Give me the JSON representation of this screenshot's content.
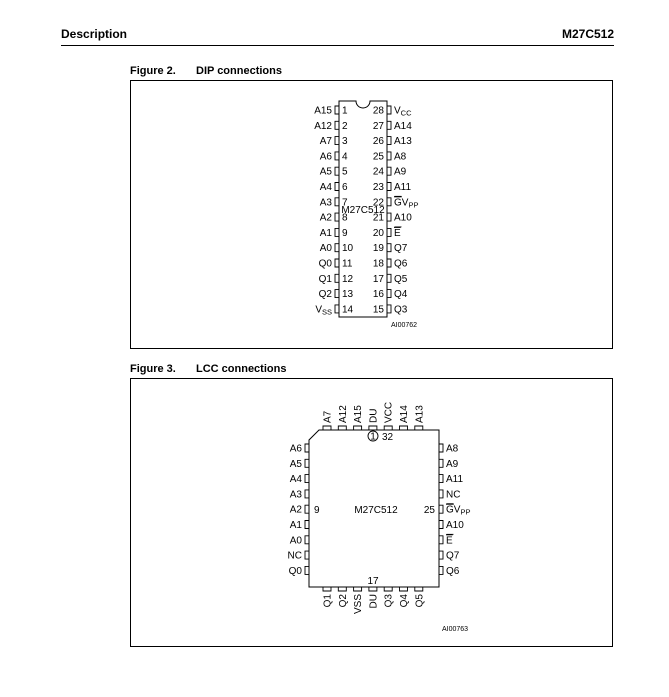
{
  "header": {
    "section": "Description",
    "part": "M27C512"
  },
  "figure2": {
    "number": "Figure 2.",
    "title": "DIP connections",
    "chip_label": "M27C512",
    "ref": "AI00762",
    "left_pins": [
      {
        "name": "A15",
        "num": "1"
      },
      {
        "name": "A12",
        "num": "2"
      },
      {
        "name": "A7",
        "num": "3"
      },
      {
        "name": "A6",
        "num": "4"
      },
      {
        "name": "A5",
        "num": "5"
      },
      {
        "name": "A4",
        "num": "6"
      },
      {
        "name": "A3",
        "num": "7"
      },
      {
        "name": "A2",
        "num": "8"
      },
      {
        "name": "A1",
        "num": "9"
      },
      {
        "name": "A0",
        "num": "10"
      },
      {
        "name": "Q0",
        "num": "11"
      },
      {
        "name": "Q1",
        "num": "12"
      },
      {
        "name": "Q2",
        "num": "13"
      },
      {
        "name": "V",
        "sub": "SS",
        "num": "14"
      }
    ],
    "right_pins": [
      {
        "name": "V",
        "sub": "CC",
        "num": "28"
      },
      {
        "name": "A14",
        "num": "27"
      },
      {
        "name": "A13",
        "num": "26"
      },
      {
        "name": "A8",
        "num": "25"
      },
      {
        "name": "A9",
        "num": "24"
      },
      {
        "name": "A11",
        "num": "23"
      },
      {
        "name": "G",
        "over": true,
        "tail": "V",
        "sub": "PP",
        "num": "22"
      },
      {
        "name": "A10",
        "num": "21"
      },
      {
        "name": "E",
        "over": true,
        "num": "20"
      },
      {
        "name": "Q7",
        "num": "19"
      },
      {
        "name": "Q6",
        "num": "18"
      },
      {
        "name": "Q5",
        "num": "17"
      },
      {
        "name": "Q4",
        "num": "16"
      },
      {
        "name": "Q3",
        "num": "15"
      }
    ]
  },
  "figure3": {
    "number": "Figure 3.",
    "title": "LCC connections",
    "chip_label": "M27C512",
    "ref": "AI00763",
    "pin1_marker": "1",
    "corner_nums": {
      "top": "32",
      "left": "9",
      "right": "25",
      "bottom": "17"
    },
    "top_pins": [
      "A7",
      "A12",
      "A15",
      "DU",
      "VCC",
      "A14",
      "A13"
    ],
    "bottom_pins": [
      "Q1",
      "Q2",
      "VSS",
      "DU",
      "Q3",
      "Q4",
      "Q5"
    ],
    "left_pins": [
      "A6",
      "A5",
      "A4",
      "A3",
      "A2",
      "A1",
      "A0",
      "NC",
      "Q0"
    ],
    "right_pins": [
      {
        "name": "A8"
      },
      {
        "name": "A9"
      },
      {
        "name": "A11"
      },
      {
        "name": "NC"
      },
      {
        "name": "G",
        "over": true,
        "tail": "V",
        "sub": "PP"
      },
      {
        "name": "A10"
      },
      {
        "name": "E",
        "over": true
      },
      {
        "name": "Q7"
      },
      {
        "name": "Q6"
      }
    ]
  }
}
